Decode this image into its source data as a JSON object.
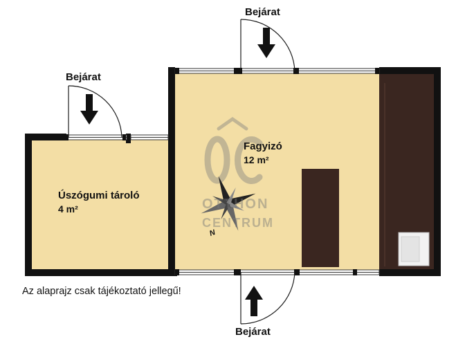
{
  "rooms": [
    {
      "name": "Fagyizó",
      "area": "12 m²"
    },
    {
      "name": "Úszógumi tároló",
      "area": "4 m²"
    }
  ],
  "entrances": [
    "Bejárat",
    "Bejárat",
    "Bejárat"
  ],
  "disclaimer": "Az alaprajz csak tájékoztató jellegű!",
  "watermark": {
    "logo": "OC",
    "line1": "OTTHON",
    "line2": "CENTRUM"
  },
  "compass": {
    "north_label": "N"
  },
  "colors": {
    "floor": "#f3dea5",
    "wall": "#111111",
    "counter": "#3a2620",
    "door": "#1c1c1c"
  }
}
